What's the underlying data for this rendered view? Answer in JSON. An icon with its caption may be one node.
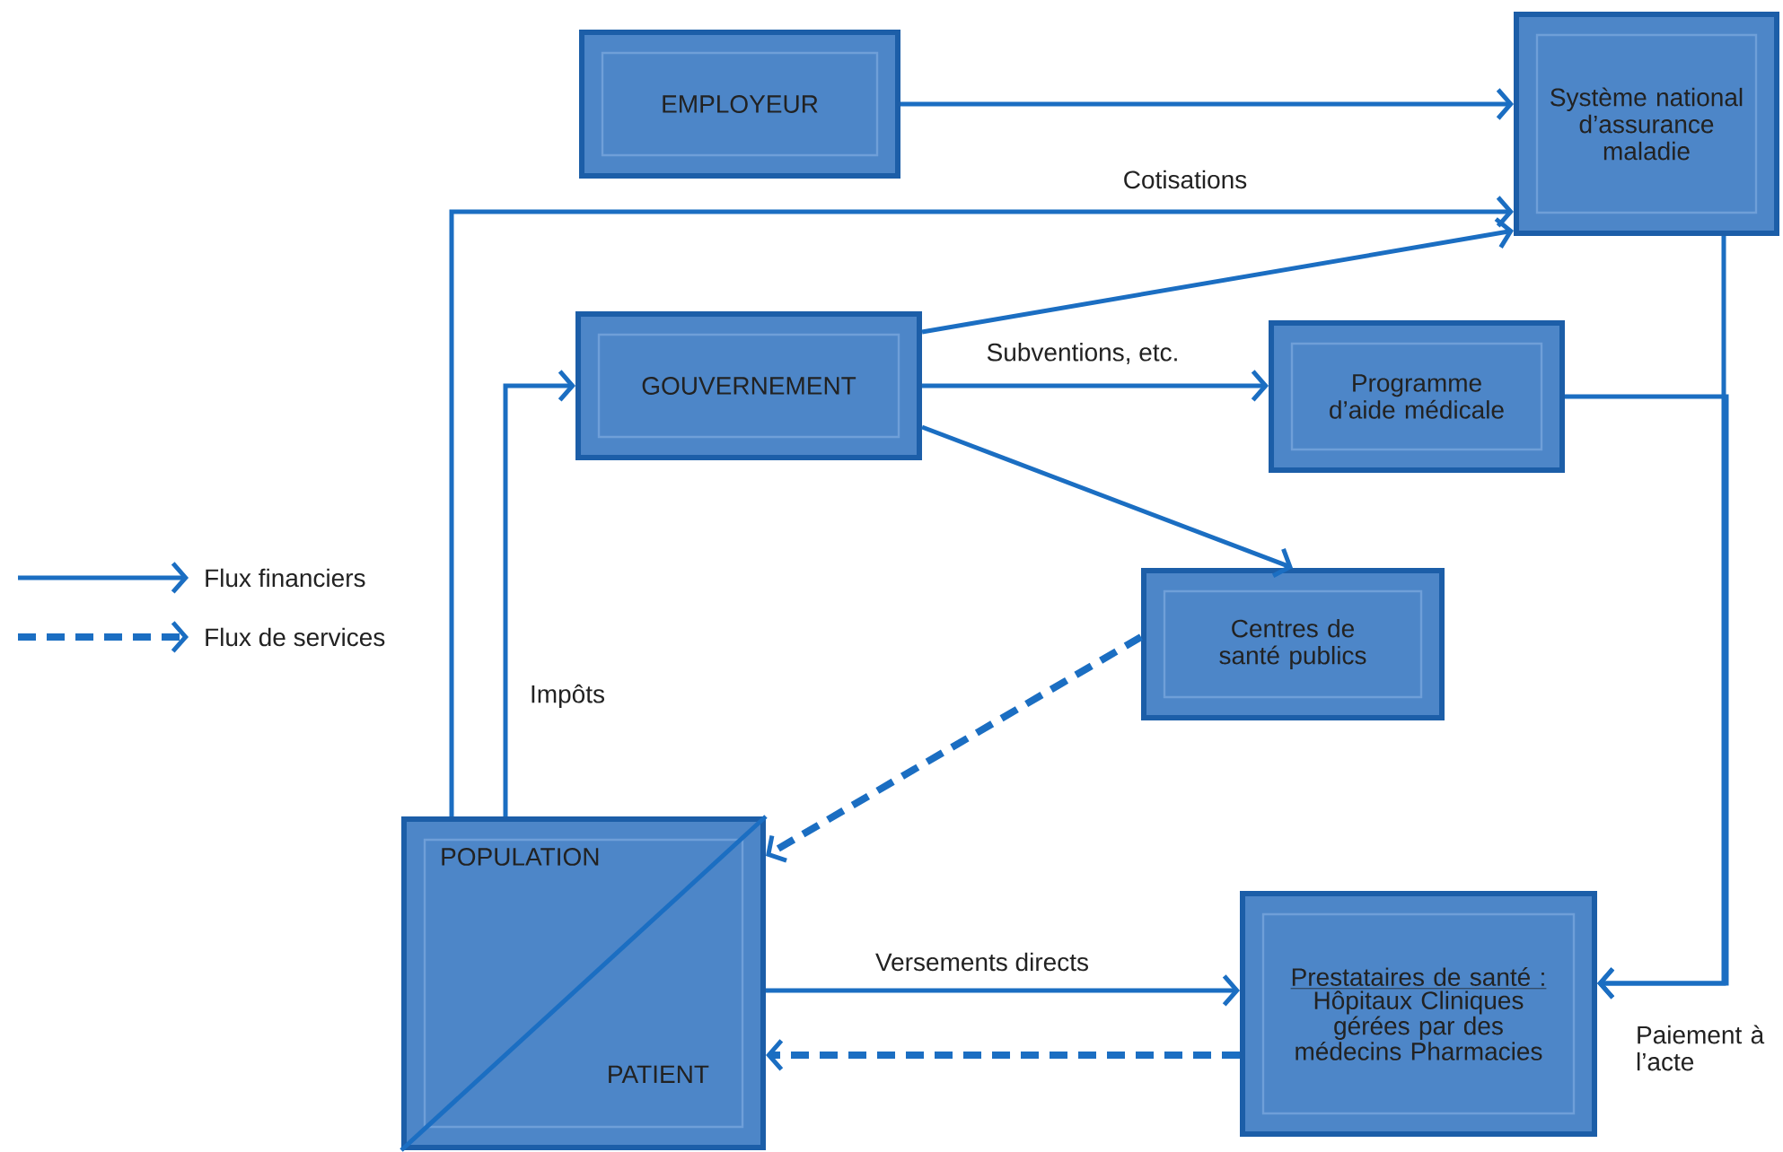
{
  "diagram": {
    "nodes": [
      {
        "text": [
          "EMPLOYEUR"
        ]
      },
      {
        "text": [
          "Système national d’assurance maladie"
        ]
      },
      {
        "text": [
          "GOUVERNEMENT"
        ]
      },
      {
        "text": [
          "Programme d’aide médicale"
        ]
      },
      {
        "text": [
          "Centres de santé publics"
        ]
      },
      {
        "text": [
          "POPULATION",
          "PATIENT"
        ]
      },
      {
        "text": [
          "Prestataires de santé :",
          "Hôpitaux Cliniques gérées par des médecins Pharmacies"
        ]
      }
    ],
    "edges": [
      {
        "from": 0,
        "to": 1,
        "arrow": "to"
      },
      {
        "from": 5,
        "to": 1,
        "arrow": "to",
        "label": "Cotisations"
      },
      {
        "from": 2,
        "to": 1,
        "arrow": "to"
      },
      {
        "from": 2,
        "to": 3,
        "arrow": "to",
        "label": "Subventions, etc."
      },
      {
        "from": 2,
        "to": 4,
        "arrow": "to"
      },
      {
        "from": 5,
        "to": 2,
        "arrow": "to",
        "label": "Impôts"
      },
      {
        "from": 4,
        "to": 5,
        "arrow": "to",
        "style": "dashed"
      },
      {
        "from": 5,
        "to": 6,
        "arrow": "to",
        "label": "Versements directs"
      },
      {
        "from": 6,
        "to": 5,
        "arrow": "to",
        "style": "dashed"
      },
      {
        "from": 1,
        "to": 6,
        "arrow": "to",
        "label": "Paiement à l’acte"
      },
      {
        "from": 3,
        "to": 6,
        "arrow": "to"
      }
    ],
    "legend": [
      {
        "text": "Flux financiers"
      },
      {
        "text": "Flux de services"
      }
    ]
  }
}
